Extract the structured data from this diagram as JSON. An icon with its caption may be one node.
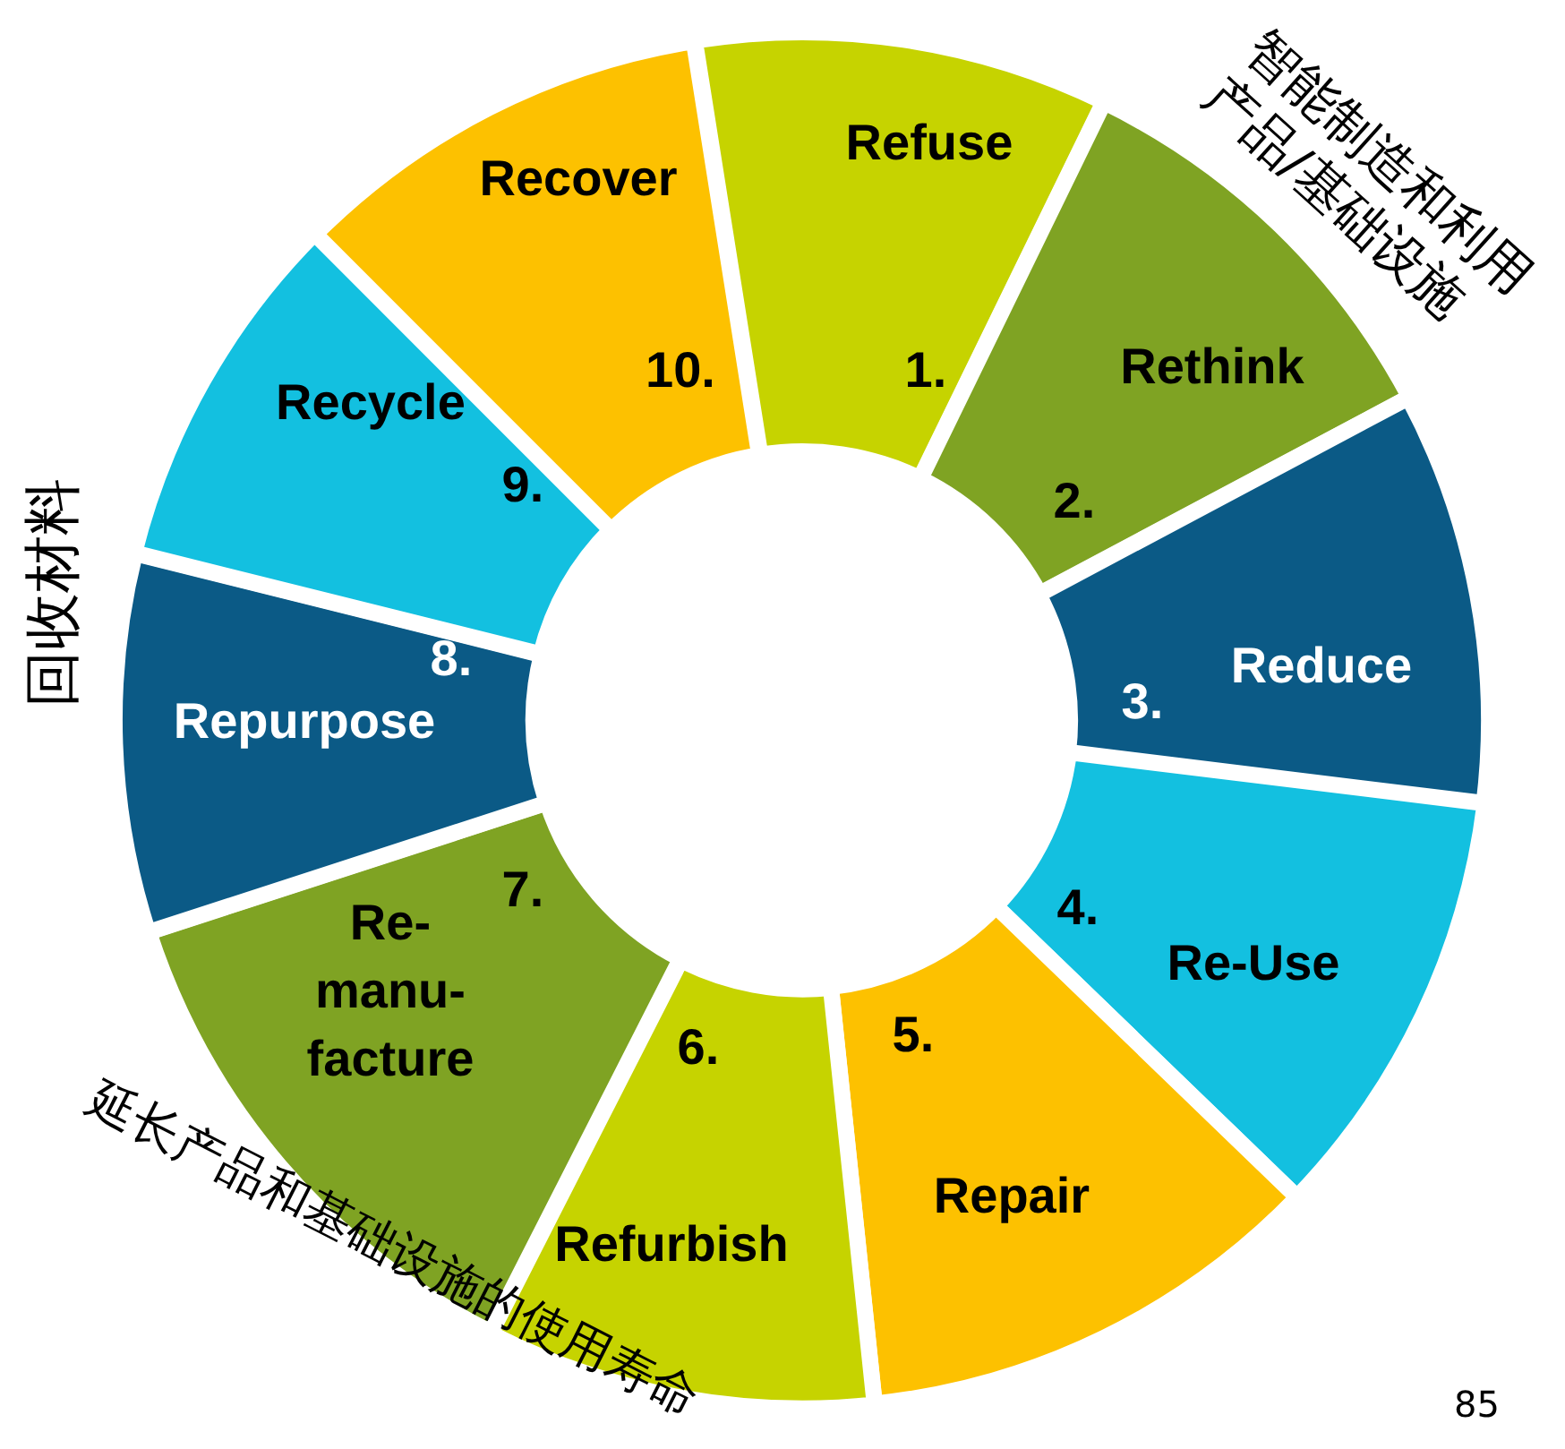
{
  "diagram": {
    "nodes": [
      {
        "text": [
          "Refuse",
          "1."
        ]
      },
      {
        "text": [
          "Rethink",
          "2."
        ]
      },
      {
        "text": [
          "3.",
          "Reduce"
        ]
      },
      {
        "text": [
          "4.",
          "Re-Use"
        ]
      },
      {
        "text": [
          "5.",
          "Repair"
        ]
      },
      {
        "text": [
          "6.",
          "Refurbish"
        ]
      },
      {
        "text": [
          "Re- manu- facture",
          "7."
        ]
      },
      {
        "text": [
          "8.",
          "Repurpose"
        ]
      },
      {
        "text": [
          "Recycle",
          "9."
        ]
      },
      {
        "text": [
          "Recover",
          "10."
        ]
      }
    ],
    "labels": [
      "智能制造和利用产品/基础设施",
      "回收材料",
      "延长产品和基础设施的使用寿命",
      "85"
    ]
  }
}
